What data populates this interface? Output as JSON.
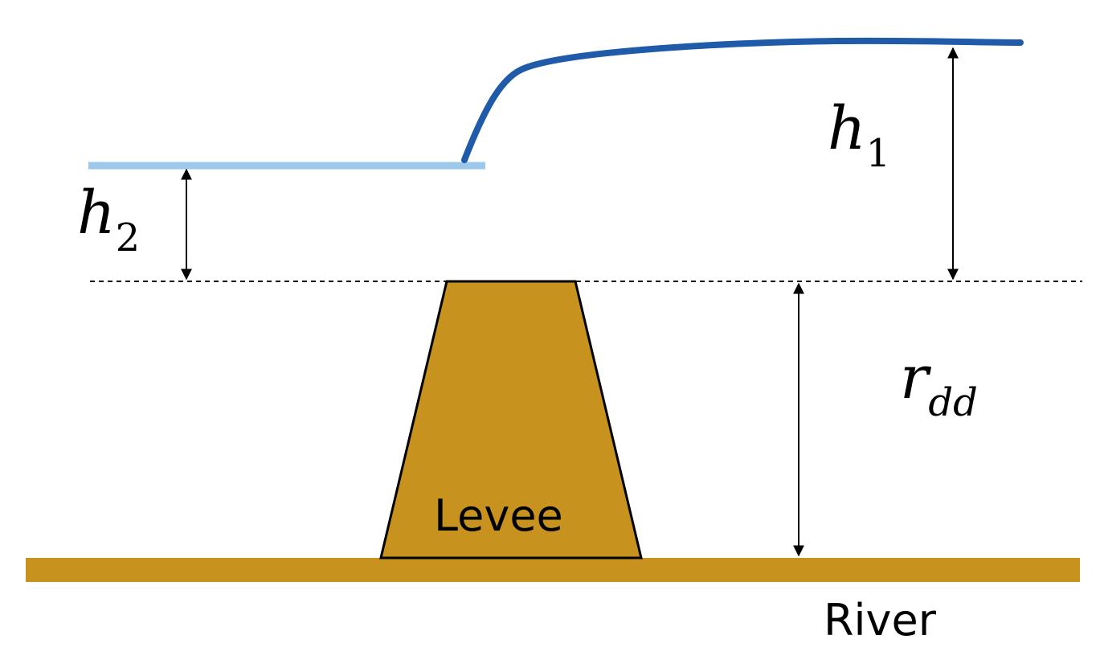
{
  "labels": {
    "h1": {
      "base": "h",
      "sub": "1"
    },
    "h2": {
      "base": "h",
      "sub": "2"
    },
    "rdd": {
      "base": "r",
      "sub": "dd"
    },
    "levee": "Levee",
    "river": "River"
  },
  "colors": {
    "ground": "#C8921E",
    "water_high": "#1F5BA8",
    "water_low": "#9CC8EC",
    "outline": "#000000"
  }
}
